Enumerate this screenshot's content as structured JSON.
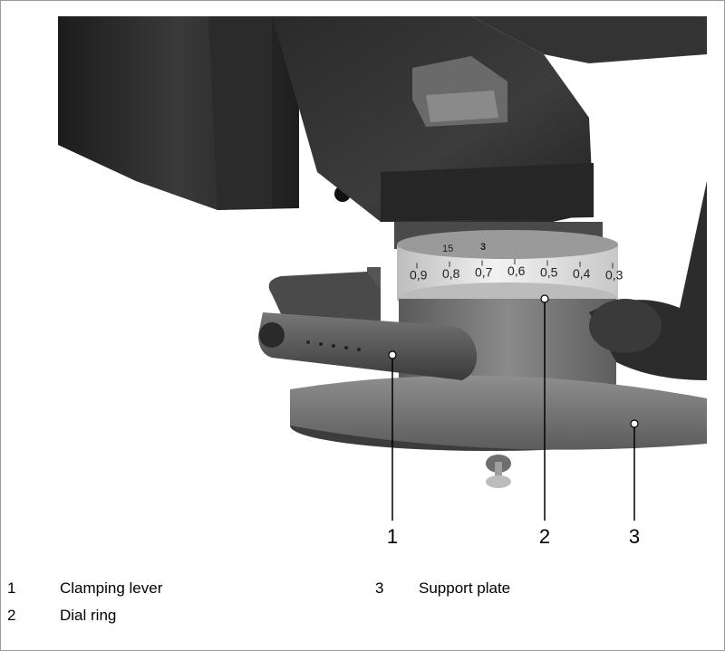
{
  "figure": {
    "callouts": [
      {
        "number": "1",
        "target": "clamping-lever"
      },
      {
        "number": "2",
        "target": "dial-ring"
      },
      {
        "number": "3",
        "target": "support-plate"
      }
    ],
    "dial_scale": [
      "0,9",
      "0,8",
      "0,7",
      "0,6",
      "0,5",
      "0,4",
      "0,3"
    ],
    "dial_top_marks": [
      "15",
      "3"
    ]
  },
  "legend": [
    {
      "number": "1",
      "label": "Clamping lever"
    },
    {
      "number": "2",
      "label": "Dial ring"
    },
    {
      "number": "3",
      "label": "Support plate"
    }
  ]
}
